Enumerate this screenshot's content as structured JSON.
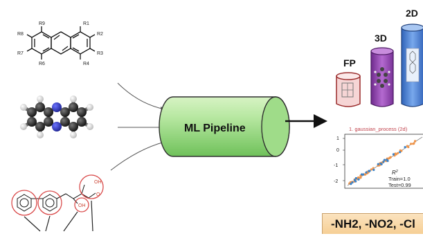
{
  "substituents": [
    "R1",
    "R2",
    "R3",
    "R4",
    "R6",
    "R7",
    "R8",
    "R9"
  ],
  "pipeline": {
    "label": "ML Pipeline"
  },
  "representations": {
    "fp": "FP",
    "d3": "3D",
    "d2": "2D"
  },
  "scatter": {
    "title": "1. gaussian_process (2d)",
    "yticks": [
      "1",
      "0",
      "-1",
      "-2"
    ],
    "r2_label": "R",
    "r2_sup": "2",
    "train": "Train=1.0",
    "test": "Test=0.99"
  },
  "fragment_labels": {
    "oh_top": "OH",
    "oh_mid": "OH",
    "o_label": "O"
  },
  "groups": {
    "text": "-NH2, -NO2, -Cl"
  },
  "colors": {
    "cylinder_light": "#dff5cf",
    "cylinder_dark": "#7fcf6a",
    "fp_fill": "#f4c7c7",
    "d3_fill": "#9b4fb5",
    "d2_fill": "#4f86d9",
    "train_points": "#f0954a",
    "test_points": "#3b82c8"
  }
}
